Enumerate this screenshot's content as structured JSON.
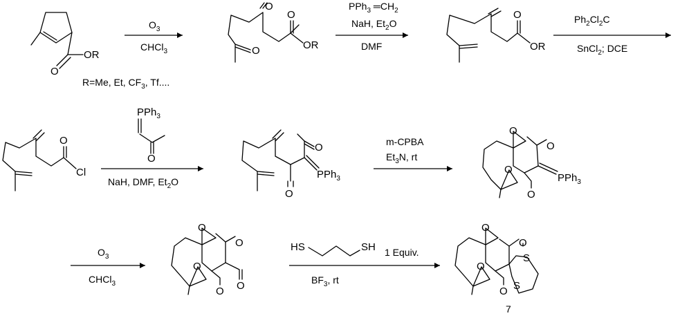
{
  "atoms": {
    "O": "O",
    "OR": "OR",
    "Cl": "Cl",
    "S": "S",
    "PPh3": "PPh",
    "three": "3"
  },
  "substituent_note": {
    "prefix": "R=Me, Et, CF",
    "sub": "3",
    "suffix": ", Tf...."
  },
  "steps": [
    {
      "top": {
        "a": "O",
        "sub": "3",
        "b": ""
      },
      "bottom": {
        "a": "CHCl",
        "sub": "3",
        "b": ""
      }
    },
    {
      "top1": {
        "a": "PPh",
        "sub": "3",
        "b": " ═CH",
        "sub2": "2"
      },
      "top2": {
        "a": "NaH, Et",
        "sub": "2",
        "b": "O"
      },
      "bottom": "DMF"
    },
    {
      "top": {
        "a": "Ph",
        "sub": "2",
        "b": "Cl",
        "sub2": "2",
        "c": "C"
      },
      "bottom": {
        "a": "SnCl",
        "sub": "2",
        "b": "; DCE"
      }
    },
    {
      "reagent_top": {
        "a": "PPh",
        "sub": "3"
      },
      "bottom": {
        "a": "NaH, DMF, Et",
        "sub": "2",
        "b": "O"
      }
    },
    {
      "top": "m-CPBA",
      "bottom": {
        "a": "Et",
        "sub": "3",
        "b": "N, rt"
      }
    },
    {
      "top": {
        "a": "O",
        "sub": "3"
      },
      "bottom": {
        "a": "CHCl",
        "sub": "3"
      }
    },
    {
      "reagent_left": "HS",
      "reagent_right": "SH",
      "equiv": "1 Equiv.",
      "bottom": {
        "a": "BF",
        "sub": "3",
        "b": ", rt"
      }
    }
  ],
  "compound_label": "7"
}
